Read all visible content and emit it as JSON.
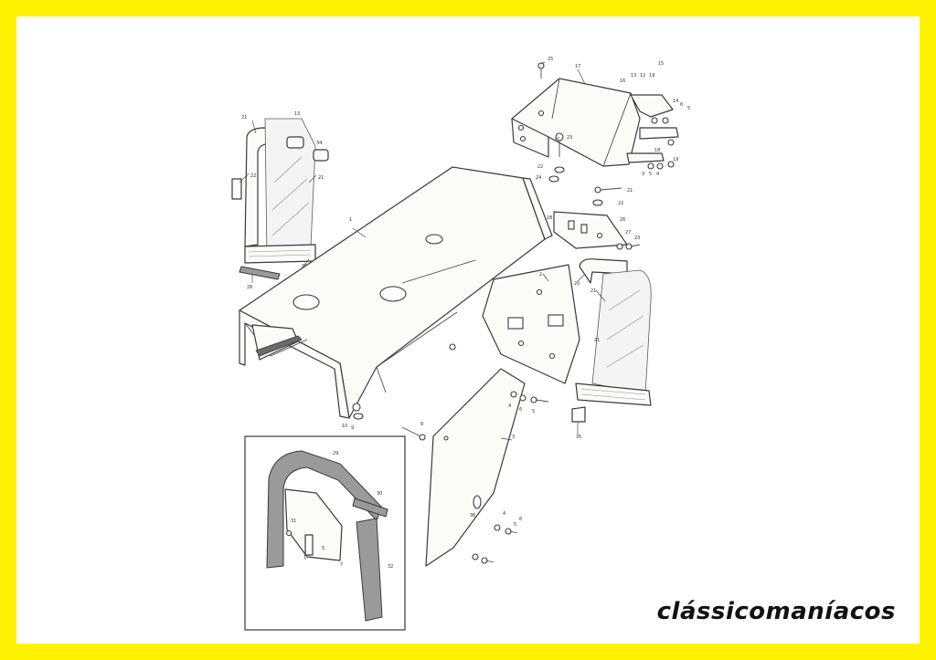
{
  "brand": {
    "watermark": "clássicomaníacos"
  },
  "colors": {
    "border": "#FFF200",
    "background": "#ffffff",
    "ink": "#3a3a3a"
  },
  "part_numbers": {
    "p25_top": "25",
    "p17": "17",
    "p15": "15",
    "p16": "16",
    "p13": "13",
    "p12": "12",
    "p19_r": "19",
    "p14": "14",
    "p6_a": "6",
    "p5_a": "5",
    "p23_top": "23",
    "p18": "18",
    "p3_a": "3",
    "p5_b": "5",
    "p4_a": "4",
    "p19": "19",
    "p22_a": "22",
    "p24": "24",
    "p21_a": "21",
    "p22_b": "22",
    "p28": "28",
    "p26": "26",
    "p27": "27",
    "p23_b": "23",
    "p21_left": "21",
    "p13_left": "13",
    "p34": "34",
    "p22_left": "22",
    "p21_l2": "21",
    "p26_left": "26",
    "p1": "1",
    "p2": "2",
    "p20": "20",
    "p21_r": "21",
    "p21_r2": "21",
    "p4_b": "4",
    "p6_b": "6",
    "p5_c": "5",
    "p10": "10",
    "p9": "9",
    "p8": "8",
    "p35": "35",
    "p3_b": "3",
    "p36": "36",
    "p4_c": "4",
    "p5_d": "5",
    "p6_c": "6",
    "p29": "29",
    "p30": "30",
    "p31": "31",
    "p5_e": "5",
    "p7": "7",
    "p32": "32",
    "p1_b": "1"
  }
}
